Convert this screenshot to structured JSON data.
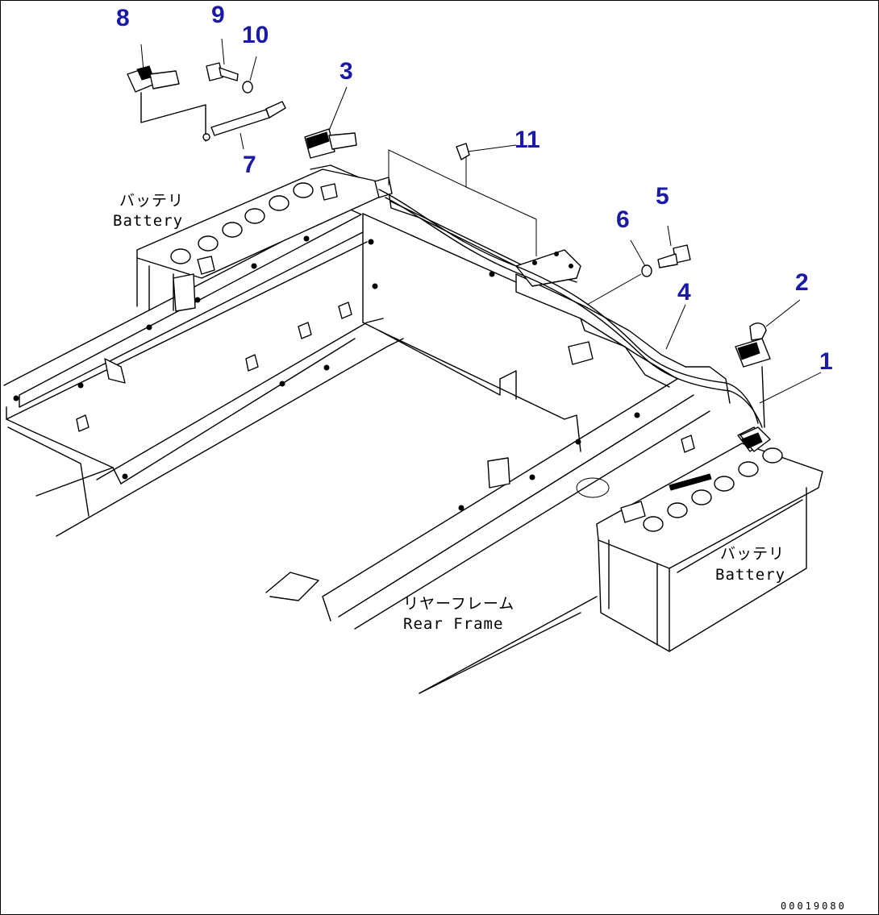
{
  "callouts": {
    "c1": "1",
    "c2": "2",
    "c3": "3",
    "c4": "4",
    "c5": "5",
    "c6": "6",
    "c7": "7",
    "c8": "8",
    "c9": "9",
    "c10": "10",
    "c11": "11"
  },
  "labels": {
    "battery_left_jp": "バッテリ",
    "battery_left_en": "Battery",
    "battery_right_jp": "バッテリ",
    "battery_right_en": "Battery",
    "rear_frame_jp": "リヤーフレーム",
    "rear_frame_en": "Rear Frame"
  },
  "drawing_code": "00019080",
  "colors": {
    "callout": "#1a1aa6",
    "line": "#000000",
    "background": "#ffffff"
  }
}
